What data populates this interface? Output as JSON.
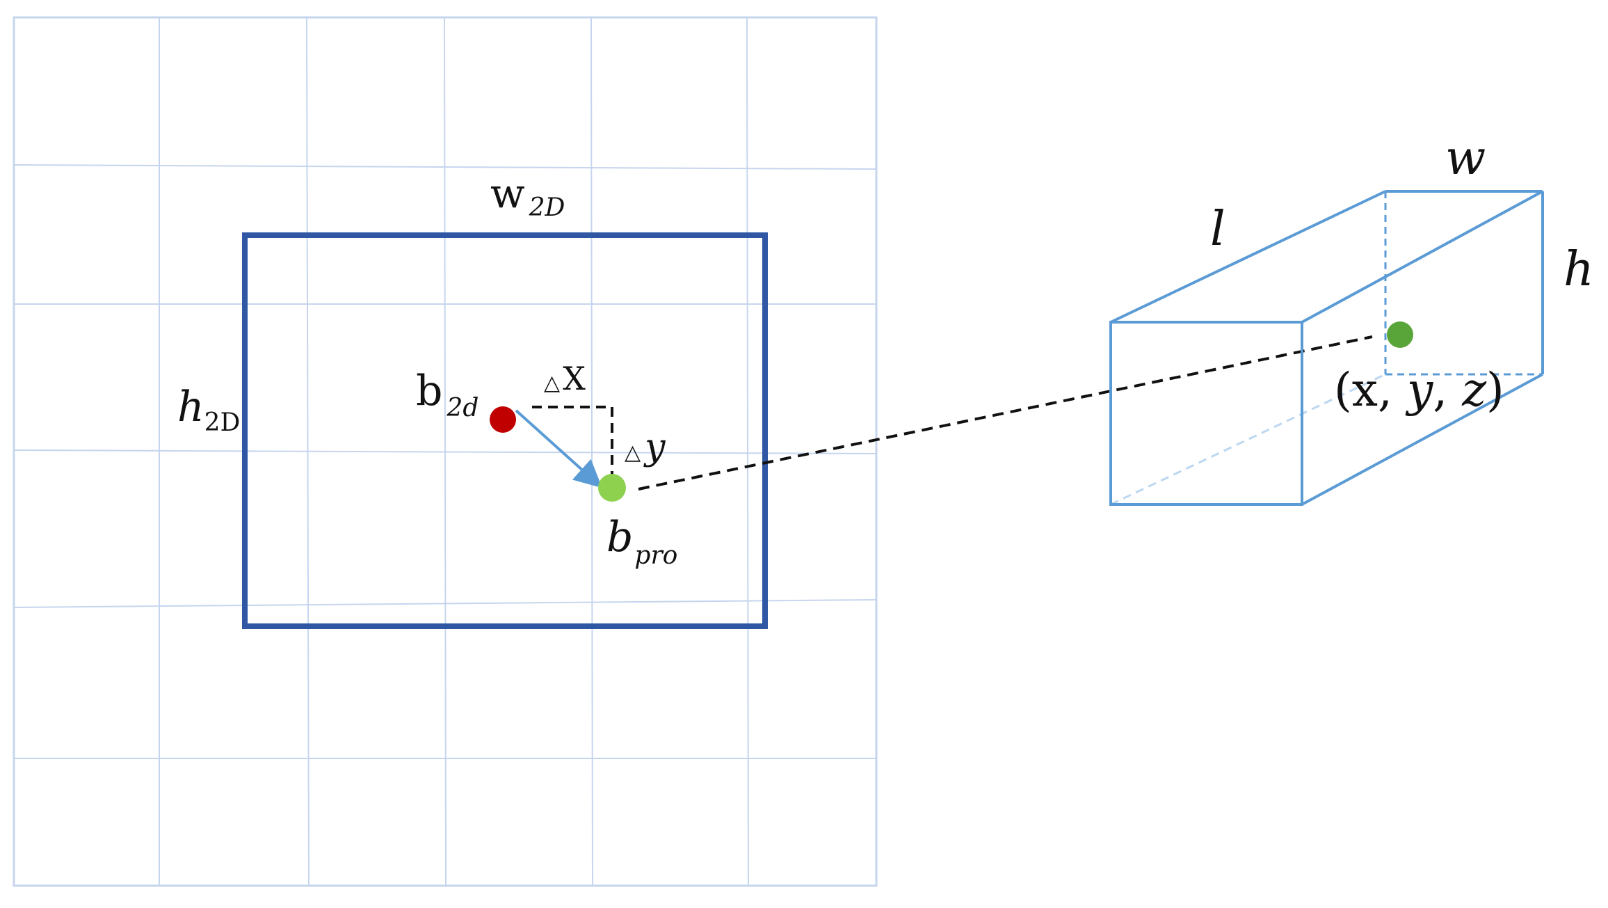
{
  "labels": {
    "w2d_main": "w",
    "w2d_sub": "2D",
    "h2d_main": "h",
    "h2d_sub": "2D",
    "b2d_main": "b",
    "b2d_sub": "2d",
    "bpro_main": "b",
    "bpro_sub": "pro",
    "delta_x_symbol": "△",
    "delta_x_var": "X",
    "delta_y_symbol": "△",
    "delta_y_var": "y",
    "length": "l",
    "width": "w",
    "height": "h",
    "coord_open": "(x, ",
    "coord_y": "y",
    "coord_sep": ", ",
    "coord_z": "z",
    "coord_close": ")"
  },
  "colors": {
    "grid": "#c6d5ee",
    "box_2d": "#2f57a4",
    "box_3d": "#5b9bd5",
    "box_3d_hidden": "#bcd7f0",
    "arrow": "#5b9bd5",
    "point_2d": "#c00000",
    "point_proj": "#8ed14f",
    "point_3d": "#5aa53a",
    "dashed": "#111111"
  }
}
